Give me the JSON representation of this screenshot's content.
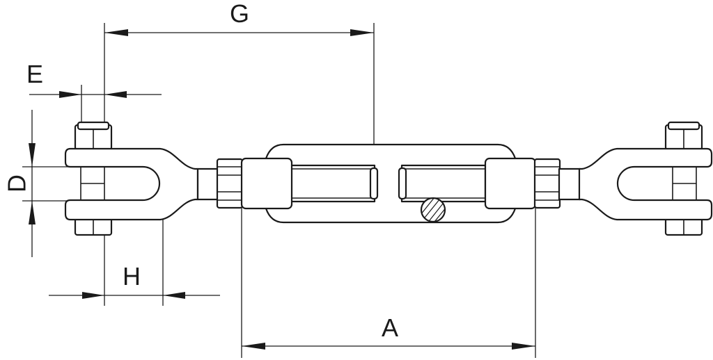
{
  "dimensions": {
    "G": "G",
    "E": "E",
    "D": "D",
    "H": "H",
    "A": "A"
  },
  "colors": {
    "line": "#1a1a1a",
    "background": "#ffffff"
  }
}
